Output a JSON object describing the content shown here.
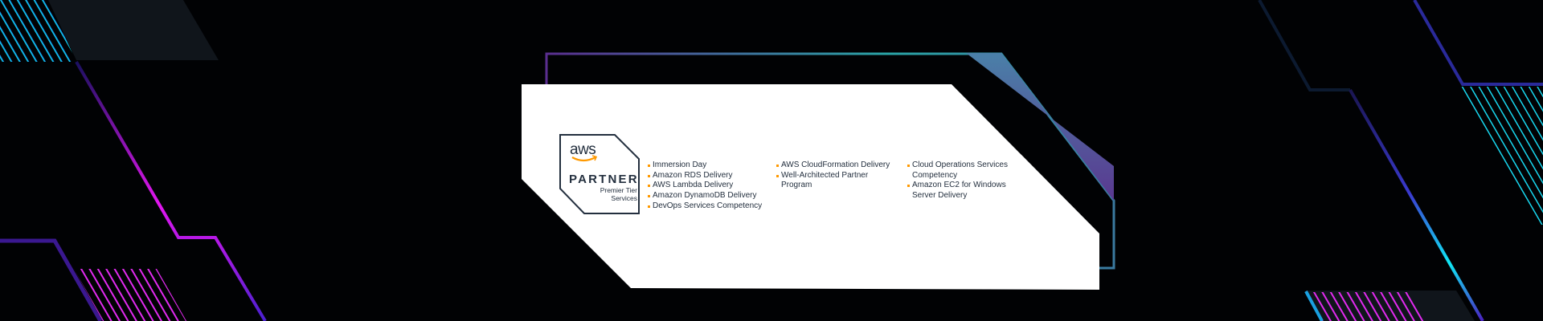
{
  "badge": {
    "logo": "aws",
    "title": "PARTNER",
    "tier_line1": "Premier Tier",
    "tier_line2": "Services"
  },
  "designations": {
    "column1": [
      "Immersion Day",
      "Amazon RDS Delivery",
      "AWS Lambda Delivery",
      "Amazon DynamoDB Delivery",
      "DevOps Services Competency"
    ],
    "column2": [
      "AWS CloudFormation Delivery",
      "Well-Architected Partner Program"
    ],
    "column3": [
      "Cloud Operations Services Competency",
      "Amazon EC2 for Windows Server Delivery"
    ]
  },
  "colors": {
    "bullet": "#ff9900",
    "text": "#232f3e",
    "magenta": "#e21cf0",
    "cyan": "#1fe6f0",
    "purple": "#5a3a8a"
  }
}
